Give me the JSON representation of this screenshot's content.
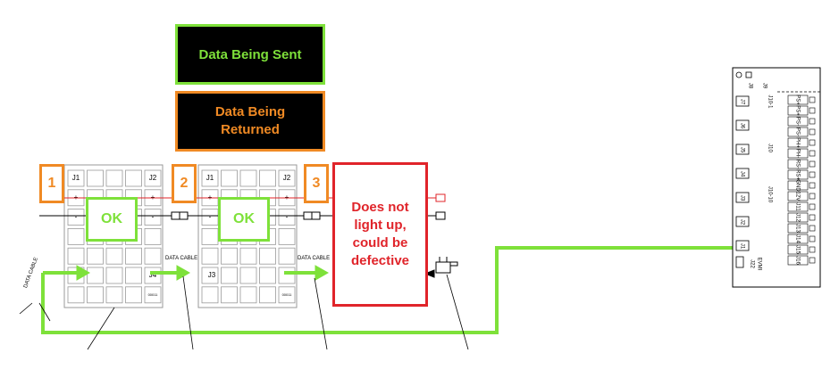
{
  "legend": {
    "sent": "Data Being Sent",
    "returned": "Data Being Returned",
    "sent_color": "#7ee13a",
    "returned_color": "#f08a24"
  },
  "steps": [
    "1",
    "2",
    "3"
  ],
  "boards": [
    {
      "ok_label": "OK",
      "j1": "J1",
      "j2": "J2",
      "j4": "J4",
      "plus": "+",
      "minus": "-",
      "tag": "00011"
    },
    {
      "ok_label": "OK",
      "j1": "J1",
      "j2": "J2",
      "j3": "J3",
      "plus": "+",
      "minus": "-",
      "tag": "00011"
    }
  ],
  "defective": {
    "text": "Does not light up, could be defective",
    "color": "#e0242a"
  },
  "cable_label": "DATA CABLE",
  "controller": {
    "top_labels": [
      "J8",
      "J9"
    ],
    "left_jacks": [
      "J7",
      "J6",
      "J5",
      "J4",
      "J3",
      "J2",
      "J1"
    ],
    "mid_labels": [
      "J10-1",
      "J10",
      "J10-10"
    ],
    "pins": [
      "PS+",
      "PS+",
      "PS-",
      "PS-",
      "PH+",
      "PH-",
      "RS-",
      "RS+",
      "GND",
      "12V",
      "J11",
      "J12",
      "J13",
      "J14",
      "J15",
      "J16"
    ],
    "bottom_label": "J22",
    "bottom_label2": "EVMI"
  }
}
